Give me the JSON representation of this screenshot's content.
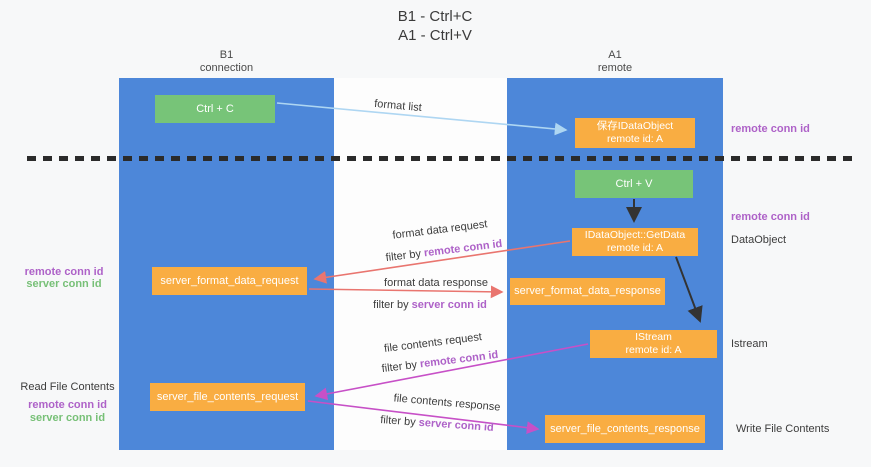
{
  "title": {
    "line1": "B1 - Ctrl+C",
    "line2": "A1 - Ctrl+V"
  },
  "columns": {
    "left": {
      "name": "B1",
      "role": "connection"
    },
    "right": {
      "name": "A1",
      "role": "remote"
    }
  },
  "nodes": {
    "ctrl_c": "Ctrl + C",
    "ctrl_v": "Ctrl + V",
    "save_dataobject": {
      "line1": "保存IDataObject",
      "line2": "remote id: A"
    },
    "getdata": {
      "line1": "IDataObject::GetData",
      "line2": "remote id: A"
    },
    "istream": {
      "line1": "IStream",
      "line2": "remote id: A"
    },
    "server_format_data_request": "server_format_data_request",
    "server_format_data_response": "server_format_data_response",
    "server_file_contents_request": "server_file_contents_request",
    "server_file_contents_response": "server_file_contents_response"
  },
  "arrow_labels": {
    "format_list": "format list",
    "format_data_request": "format data request",
    "format_data_response": "format data response",
    "file_contents_request": "file contents request",
    "file_contents_response": "file contents response",
    "filter_by": "filter by ",
    "remote_conn_id": "remote conn id",
    "server_conn_id": "server conn id"
  },
  "side_labels": {
    "left_remote_conn_id": "remote conn id",
    "left_server_conn_id": "server conn id",
    "read_file_contents": "Read File Contents",
    "write_file_contents": "Write File Contents",
    "right_remote_conn_id_top": "remote conn id",
    "right_remote_conn_id_mid": "remote conn id",
    "dataobject": "DataObject",
    "istream": "Istream"
  },
  "colors": {
    "lifeline_blue": "#4d87d9",
    "box_green": "#77c478",
    "box_orange": "#f9ad42",
    "arrow_red": "#e9756f",
    "arrow_magenta": "#c750c7",
    "arrow_blue": "#aed6f2",
    "arrow_black": "#333333",
    "keyword_purple": "#ae62c8",
    "keyword_green": "#77c077"
  }
}
